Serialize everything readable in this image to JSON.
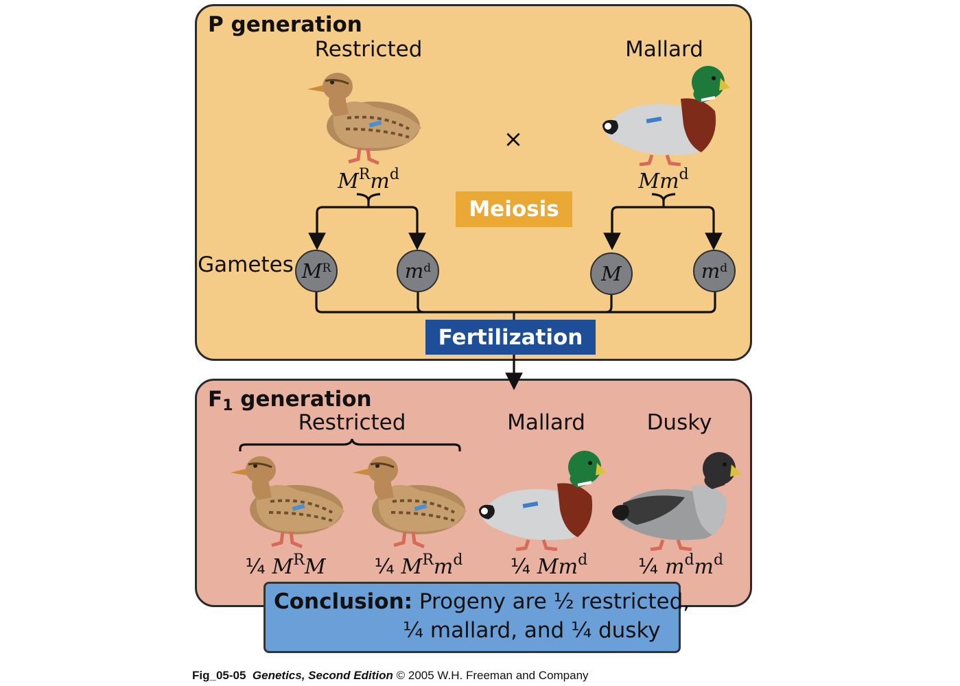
{
  "p_generation": {
    "title": "P generation",
    "restricted_label": "Restricted",
    "mallard_label": "Mallard",
    "cross_symbol": "×",
    "restricted_genotype": {
      "a": "M",
      "a_sup": "R",
      "b": "m",
      "b_sup": "d"
    },
    "mallard_genotype": {
      "a": "M",
      "b": "m",
      "b_sup": "d"
    },
    "meiosis_label": "Meiosis",
    "gametes_label": "Gametes",
    "gametes": [
      {
        "allele": "M",
        "sup": "R"
      },
      {
        "allele": "m",
        "sup": "d"
      },
      {
        "allele": "M",
        "sup": ""
      },
      {
        "allele": "m",
        "sup": "d"
      }
    ],
    "fertilization_label": "Fertilization"
  },
  "f1_generation": {
    "title_main": "F",
    "title_sub": "1",
    "title_rest": " generation",
    "restricted_label": "Restricted",
    "mallard_label": "Mallard",
    "dusky_label": "Dusky",
    "progeny": [
      {
        "fraction": "¼",
        "a": "M",
        "a_sup": "R",
        "b": "M",
        "b_sup": ""
      },
      {
        "fraction": "¼",
        "a": "M",
        "a_sup": "R",
        "b": "m",
        "b_sup": "d"
      },
      {
        "fraction": "¼",
        "a": "M",
        "a_sup": "",
        "b": "m",
        "b_sup": "d"
      },
      {
        "fraction": "¼",
        "a": "m",
        "a_sup": "d",
        "b": "m",
        "b_sup": "d"
      }
    ]
  },
  "conclusion": {
    "label": "Conclusion:",
    "line1": "Progeny are ½ restricted,",
    "line2": "¼ mallard, and ¼ dusky"
  },
  "caption": {
    "fig": "Fig_05-05",
    "book": "Genetics, Second Edition",
    "rest": "© 2005 W.H. Freeman and Company"
  },
  "colors": {
    "p_panel": "#f4cc88",
    "f1_panel": "#e9b1a0",
    "meiosis_box": "#eaa935",
    "fertilization_box": "#1f4e99",
    "conclusion_box": "#6a9fd8",
    "gamete": "#7d7f82"
  }
}
